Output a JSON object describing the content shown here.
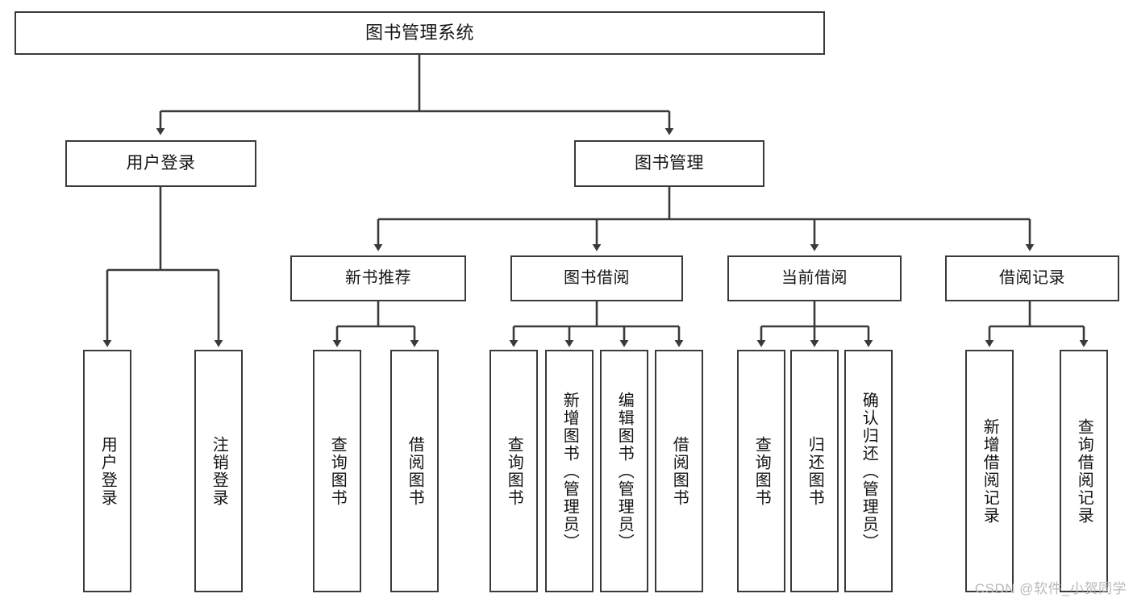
{
  "diagram": {
    "title": "图书管理系统",
    "type": "hierarchy-tree",
    "colors": {
      "stroke": "#3a3a3a",
      "text": "#141414",
      "background": "#ffffff",
      "watermark": "#b9b9b9"
    },
    "root": {
      "label": "图书管理系统"
    },
    "level1": [
      {
        "label": "用户登录"
      },
      {
        "label": "图书管理"
      }
    ],
    "level2": [
      {
        "label": "新书推荐"
      },
      {
        "label": "图书借阅"
      },
      {
        "label": "当前借阅"
      },
      {
        "label": "借阅记录"
      }
    ],
    "leaves": {
      "user_login": [
        {
          "label": "用户登录"
        },
        {
          "label": "注销登录"
        }
      ],
      "new_book_recommend": [
        {
          "label": "查询图书"
        },
        {
          "label": "借阅图书"
        }
      ],
      "book_borrow": [
        {
          "label": "查询图书"
        },
        {
          "label": "新增图书（管理员）"
        },
        {
          "label": "编辑图书（管理员）"
        },
        {
          "label": "借阅图书"
        }
      ],
      "current_borrow": [
        {
          "label": "查询图书"
        },
        {
          "label": "归还图书"
        },
        {
          "label": "确认归还（管理员）"
        }
      ],
      "borrow_record": [
        {
          "label": "新增借阅记录"
        },
        {
          "label": "查询借阅记录"
        }
      ]
    },
    "watermark": "CSDN @软件_小贺同学"
  }
}
